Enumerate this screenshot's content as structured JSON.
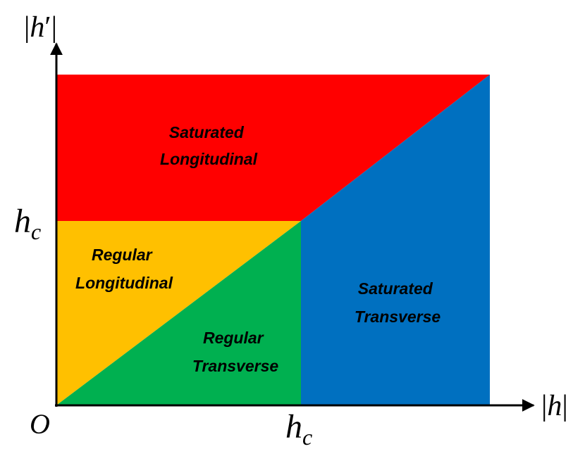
{
  "colors": {
    "saturated_longitudinal": "#ff0000",
    "regular_longitudinal": "#ffc000",
    "regular_transverse": "#00b050",
    "saturated_transverse": "#0070c0",
    "axis": "#000000"
  },
  "axes": {
    "y_label": {
      "bar_left": "|",
      "symbol": "h",
      "prime": "′",
      "bar_right": "|"
    },
    "x_label": {
      "bar_left": "|",
      "symbol": "h",
      "bar_right": "|"
    },
    "origin": "O",
    "y_tick": {
      "symbol": "h",
      "subscript": "c"
    },
    "x_tick": {
      "symbol": "h",
      "subscript": "c"
    }
  },
  "regions": {
    "saturated_longitudinal": {
      "line1": "Saturated",
      "line2": "Longitudinal"
    },
    "regular_longitudinal": {
      "line1": "Regular",
      "line2": "Longitudinal"
    },
    "regular_transverse": {
      "line1": "Regular",
      "line2": "Transverse"
    },
    "saturated_transverse": {
      "line1": "Saturated",
      "line2": "Transverse"
    }
  }
}
